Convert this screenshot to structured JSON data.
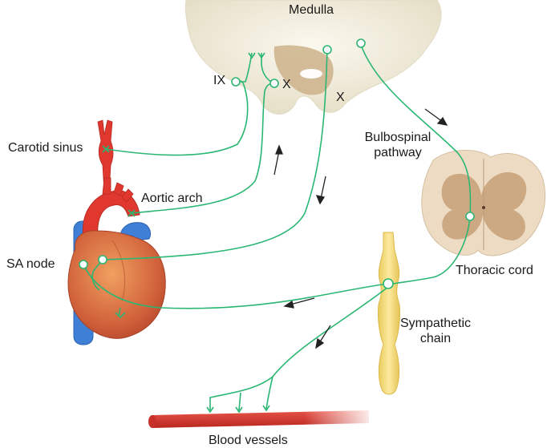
{
  "labels": {
    "medulla": "Medulla",
    "cn_ix": "IX",
    "cn_x_left": "X",
    "cn_x_right": "X",
    "carotid_sinus": "Carotid sinus",
    "aortic_arch": "Aortic arch",
    "sa_node": "SA node",
    "bulbospinal_line1": "Bulbospinal",
    "bulbospinal_line2": "pathway",
    "thoracic_cord": "Thoracic cord",
    "sympathetic_line1": "Sympathetic",
    "sympathetic_line2": "chain",
    "blood_vessels": "Blood vessels"
  },
  "colors": {
    "nerve": "#2bb673",
    "medulla": "#f1ecdc",
    "medulla_center": "#c9ab82",
    "artery": "#e0382f",
    "vein": "#3f7fd6",
    "heart": "#d9683f",
    "sympathetic_chain": "#f3dc7a",
    "cord_white": "#eddcc3",
    "cord_gray": "#c9a37c"
  }
}
